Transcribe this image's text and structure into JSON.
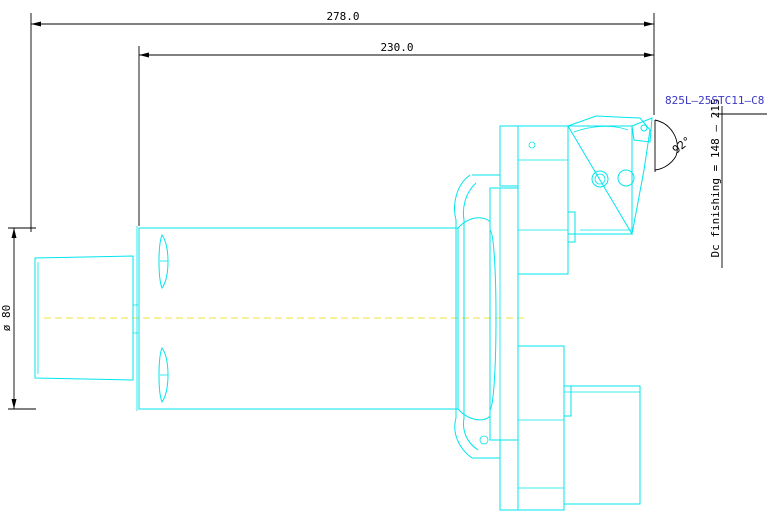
{
  "dimensions": {
    "overall_length": "278.0",
    "body_length": "230.0",
    "shank_diameter": "ø 80",
    "insert_angle": "92°",
    "dc_finishing": "Dc finishing = 148 – 215"
  },
  "insert_code": "825L–25STC11–C8",
  "colors": {
    "geometry": "#00e5ee",
    "dimension": "#000000",
    "centerline": "#f2e23a",
    "part_label": "#3a37c4",
    "background": "#ffffff"
  }
}
